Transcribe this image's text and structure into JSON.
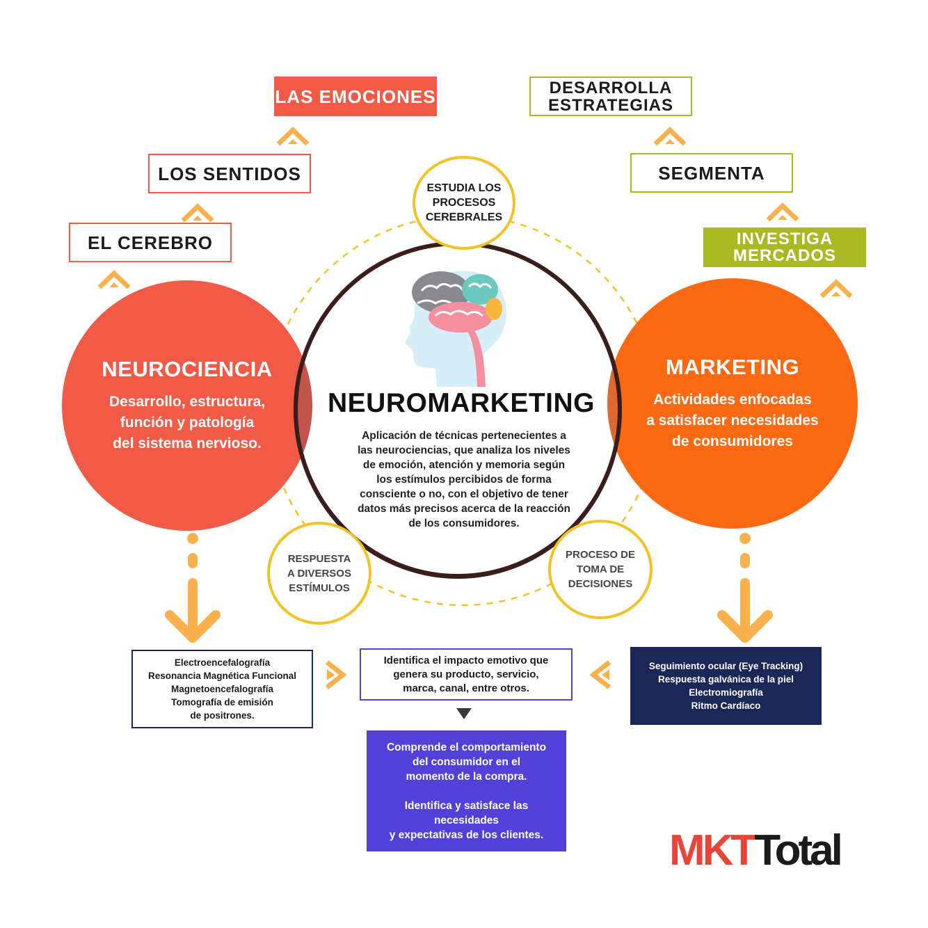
{
  "colors": {
    "neuro": "#f05a47",
    "marketing": "#fb6a12",
    "yellow": "#f3c224",
    "arrow": "#f9b14d",
    "green": "#a8b921",
    "navy": "#1d2757",
    "purple": "#5340d9",
    "ring": "#3a1e1e"
  },
  "left": {
    "items": [
      "LAS EMOCIONES",
      "LOS SENTIDOS",
      "EL CEREBRO"
    ],
    "circle_title": "NEUROCIENCIA",
    "circle_desc": "Desarrollo, estructura,\nfunción y patología\ndel sistema nervioso.",
    "techniques": "Electroencefalografía\nResonancia Magnética Funcional\nMagnetoencefalografía\nTomografía de emisión\nde positrones."
  },
  "right": {
    "items": [
      "DESARROLLA\nESTRATEGIAS",
      "SEGMENTA",
      "INVESTIGA\nMERCADOS"
    ],
    "circle_title": "MARKETING",
    "circle_desc": "Actividades enfocadas\na satisfacer necesidades\nde consumidores",
    "techniques": "Seguimiento ocular (Eye Tracking)\nRespuesta galvánica de la piel\nElectromiografía\nRitmo Cardíaco"
  },
  "center": {
    "title": "NEUROMARKETING",
    "desc": "Aplicación de técnicas pertenecientes a\nlas neurociencias, que analiza los niveles\nde emoción, atención y memoria según\nlos estímulos percibidos de forma\nconsciente o no, con el objetivo de tener\ndatos más precisos acerca de la reacción\nde los consumidores.",
    "top_label": "ESTUDIA LOS\nPROCESOS\nCEREBRALES",
    "left_label": "RESPUESTA\nA DIVERSOS\nESTÍMULOS",
    "right_label": "PROCESO DE\nTOMA DE\nDECISIONES"
  },
  "bottom": {
    "impact": "Identifica el impacto emotivo que\ngenera su producto, servicio,\nmarca, canal, entre otros.",
    "result": "Comprende el comportamiento\ndel consumidor en el\nmomento de la compra.\n\nIdentifica y satisface las\nnecesidades\ny expectativas de los clientes."
  },
  "logo": {
    "part1": "MKT",
    "part2": "Total"
  }
}
